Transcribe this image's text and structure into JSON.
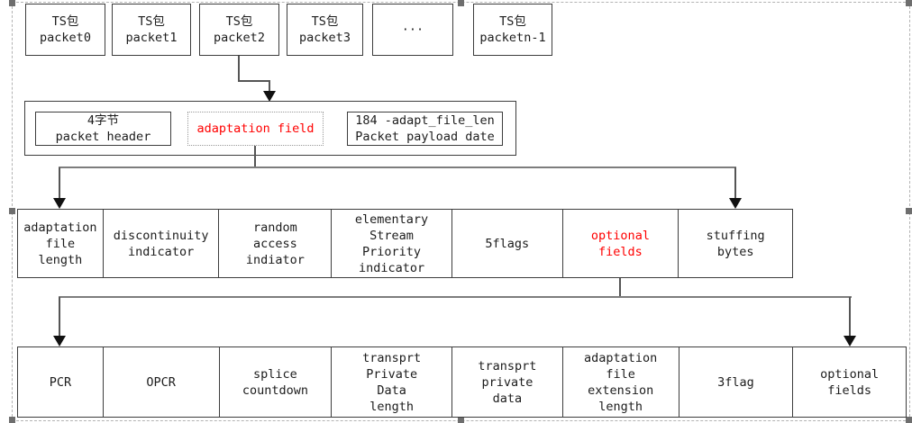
{
  "colors": {
    "accent_red": "#ff0000",
    "box_border": "#3d3d3d",
    "connector_line": "#555555",
    "selection_dash": "#b3b3b3",
    "selection_handle": "#6e6e6e",
    "background": "#ffffff"
  },
  "ts_packet_row": {
    "boxes": [
      {
        "label": "TS包\npacket0"
      },
      {
        "label": "TS包\npacket1"
      },
      {
        "label": "TS包\npacket2"
      },
      {
        "label": "TS包\npacket3"
      },
      {
        "label": "···"
      },
      {
        "label": "TS包\npacketn-1"
      }
    ]
  },
  "packet_structure_row": {
    "header": {
      "label": "4字节\npacket header"
    },
    "adaptation_field": {
      "label": "adaptation field",
      "color": "#ff0000"
    },
    "payload": {
      "label": "184 -adapt_file_len\nPacket payload date"
    }
  },
  "adaptation_field_row": {
    "cells": [
      {
        "label": "adaptation\nfile\nlength"
      },
      {
        "label": "discontinuity\nindicator"
      },
      {
        "label": "random\naccess\nindiator"
      },
      {
        "label": "elementary\nStream\nPriority\nindicator"
      },
      {
        "label": "5flags"
      },
      {
        "label": "optional\nfields",
        "color": "#ff0000"
      },
      {
        "label": "stuffing\nbytes"
      }
    ]
  },
  "optional_fields_row": {
    "cells": [
      {
        "label": "PCR"
      },
      {
        "label": "OPCR"
      },
      {
        "label": "splice\ncountdown"
      },
      {
        "label": "transprt\nPrivate\nData\nlength"
      },
      {
        "label": "transprt\nprivate\ndata"
      },
      {
        "label": "adaptation\nfile\nextension\nlength"
      },
      {
        "label": "3flag"
      },
      {
        "label": "optional\nfields"
      }
    ]
  }
}
